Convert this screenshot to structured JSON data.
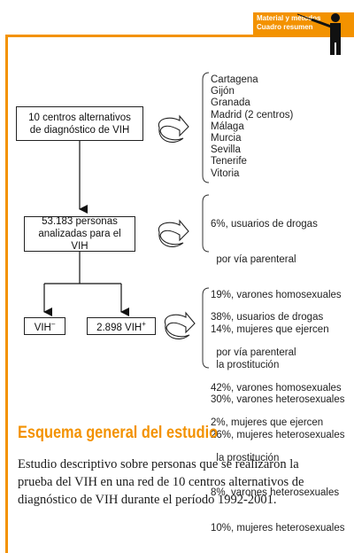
{
  "header": {
    "line1": "Material y métodos",
    "line2": "Cuadro resumen"
  },
  "diagram": {
    "centers_box": "10 centros alternativos de diagnóstico de VIH",
    "cities": [
      "Cartagena",
      "Gijón",
      "Granada",
      "Madrid (2 centros)",
      "Málaga",
      "Murcia",
      "Sevilla",
      "Tenerife",
      "Vitoria"
    ],
    "analyzed_box": "53.183 personas analizadas para el VIH",
    "analyzed_breakdown": [
      "6%, usuarios de drogas",
      "  por vía parenteral",
      "19%, varones homosexuales",
      "14%, mujeres que ejercen",
      "  la prostitución",
      "30%, varones heterosexuales",
      "26%, mujeres heterosexuales"
    ],
    "negative_box": "VIH",
    "negative_sup": "–",
    "positive_box": "2.898 VIH",
    "positive_sup": "+",
    "positive_breakdown": [
      "38%, usuarios de drogas",
      "  por vía parenteral",
      "42%, varones homosexuales",
      "2%, mujeres que ejercen",
      "  la prostitución",
      "8%, varones heterosexuales",
      "10%, mujeres heterosexuales"
    ]
  },
  "caption": {
    "title": "Esquema general del estudio",
    "text": "Estudio descriptivo sobre personas que se realizaron la prueba del VIH en una red de 10 centros alternativos de diagnóstico de VIH durante el período 1992-2001."
  },
  "colors": {
    "accent": "#f39200",
    "text": "#111111"
  }
}
